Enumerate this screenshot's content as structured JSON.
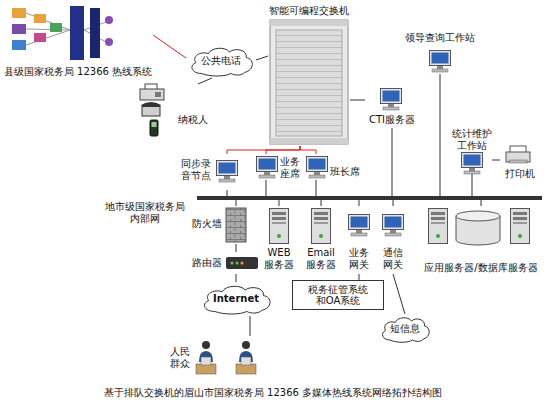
{
  "diagram": {
    "caption": "基于排队交换机的眉山市国家税务局 12366 多媒体热线系统网络拓扑结构图",
    "nodes": [
      {
        "text": [
          "智能可编程交换机"
        ]
      },
      {
        "text": [
          "县级国家税务局 12366 热线系统"
        ]
      },
      {
        "text": [
          "公共电话"
        ]
      },
      {
        "text": [
          "纳税人"
        ]
      },
      {
        "text": [
          "CTI服务器"
        ]
      },
      {
        "text": [
          "领导查询工作站"
        ]
      },
      {
        "text": [
          "统计维护 工作站"
        ]
      },
      {
        "text": [
          "打印机"
        ]
      },
      {
        "text": [
          "同步录 音节点"
        ]
      },
      {
        "text": [
          "业务 座席"
        ]
      },
      {
        "text": [
          "班长席"
        ]
      },
      {
        "text": [
          "地市级国家税务局 内部网"
        ]
      },
      {
        "text": [
          "防火墙"
        ]
      },
      {
        "text": [
          "路由器"
        ]
      },
      {
        "text": [
          "Internet"
        ]
      },
      {
        "text": [
          "人民 群众"
        ]
      },
      {
        "text": [
          "WEB 服务器"
        ]
      },
      {
        "text": [
          "Email 服务器"
        ]
      },
      {
        "text": [
          "业务 网关"
        ]
      },
      {
        "text": [
          "通信 网关"
        ]
      },
      {
        "text": [
          "应用服务器/数据库服务器"
        ]
      },
      {
        "text": [
          "税务征管系统 和OA系统"
        ]
      },
      {
        "text": [
          "短信息"
        ]
      }
    ],
    "edges": [
      {
        "from": 1,
        "to": 2,
        "arrow": "none"
      },
      {
        "from": 3,
        "to": 2,
        "arrow": "none"
      },
      {
        "from": 2,
        "to": 0,
        "arrow": "none"
      },
      {
        "from": 0,
        "to": 4,
        "arrow": "none"
      },
      {
        "from": 0,
        "to": 8,
        "arrow": "none"
      },
      {
        "from": 0,
        "to": 9,
        "arrow": "none"
      },
      {
        "from": 0,
        "to": 10,
        "arrow": "none"
      },
      {
        "from": 4,
        "to": 11,
        "arrow": "none"
      },
      {
        "from": 5,
        "to": 11,
        "arrow": "none"
      },
      {
        "from": 6,
        "to": 11,
        "arrow": "none"
      },
      {
        "from": 6,
        "to": 7,
        "arrow": "none"
      },
      {
        "from": 8,
        "to": 11,
        "arrow": "none"
      },
      {
        "from": 9,
        "to": 11,
        "arrow": "none"
      },
      {
        "from": 10,
        "to": 11,
        "arrow": "none"
      },
      {
        "from": 11,
        "to": 12,
        "arrow": "none"
      },
      {
        "from": 12,
        "to": 13,
        "arrow": "none"
      },
      {
        "from": 13,
        "to": 14,
        "arrow": "none"
      },
      {
        "from": 14,
        "to": 15,
        "arrow": "none"
      },
      {
        "from": 11,
        "to": 16,
        "arrow": "none"
      },
      {
        "from": 11,
        "to": 17,
        "arrow": "none"
      },
      {
        "from": 11,
        "to": 18,
        "arrow": "none"
      },
      {
        "from": 11,
        "to": 19,
        "arrow": "none"
      },
      {
        "from": 11,
        "to": 20,
        "arrow": "none"
      },
      {
        "from": 18,
        "to": 21,
        "arrow": "none"
      },
      {
        "from": 19,
        "to": 22,
        "arrow": "none"
      }
    ]
  }
}
